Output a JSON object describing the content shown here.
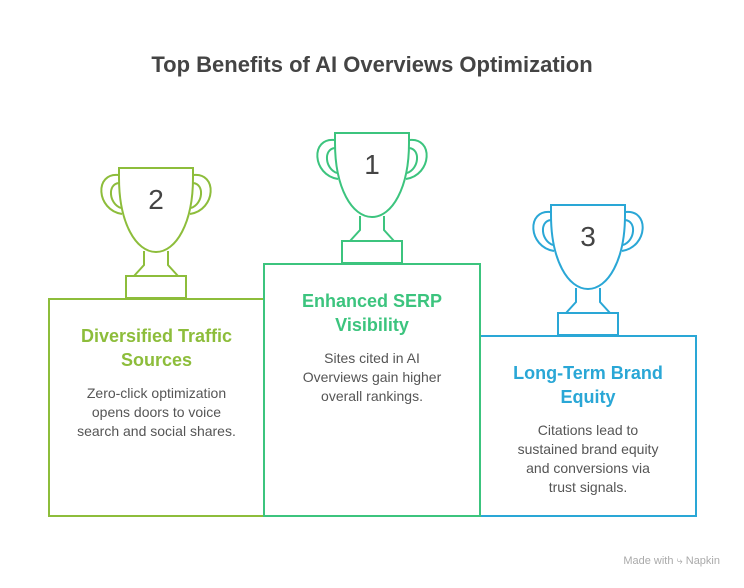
{
  "title": "Top Benefits of AI Overviews Optimization",
  "podium": [
    {
      "rank": "2",
      "heading": "Diversified Traffic Sources",
      "description": "Zero-click optimization opens doors to voice search and social shares.",
      "color": "#8dbd3b"
    },
    {
      "rank": "1",
      "heading": "Enhanced SERP Visibility",
      "description": "Sites cited in AI Overviews gain higher overall rankings.",
      "color": "#3cc47e"
    },
    {
      "rank": "3",
      "heading": "Long-Term Brand Equity",
      "description": "Citations lead to sustained brand equity and conversions via trust signals.",
      "color": "#2aa7d6"
    }
  ],
  "footer": {
    "text": "Made with",
    "brand": "Napkin",
    "icon": "napkin-logo-icon"
  }
}
